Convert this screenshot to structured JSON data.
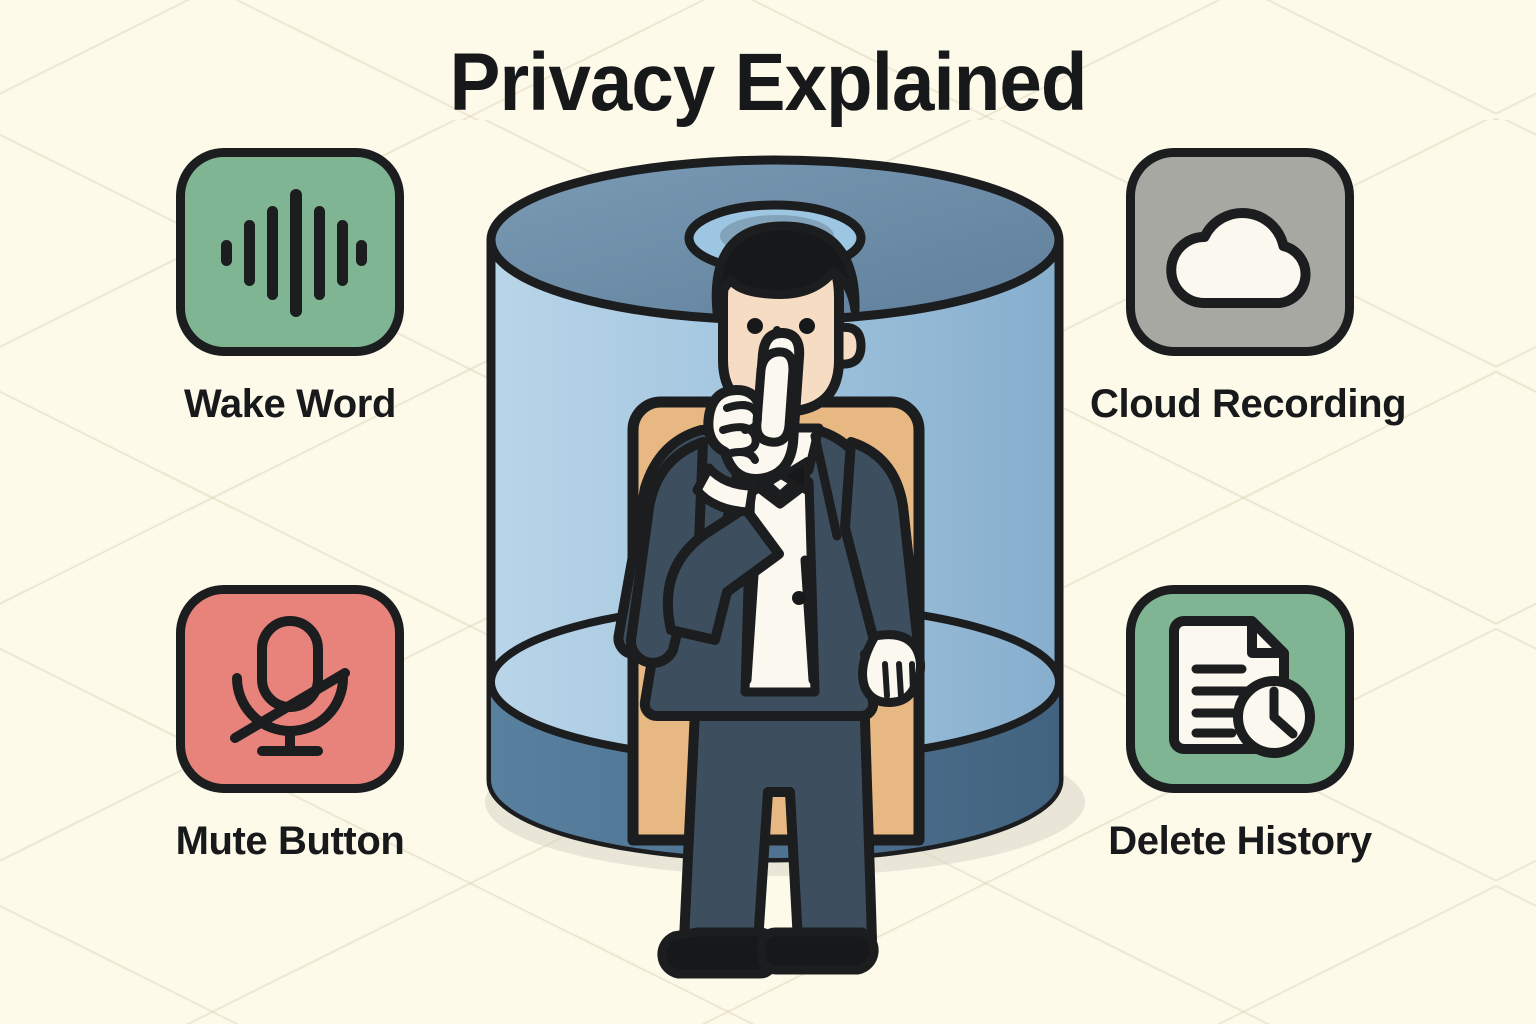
{
  "page": {
    "title": "Privacy Explained",
    "background_color": "#fdfaea",
    "ink_color": "#1c1d1f"
  },
  "features": [
    {
      "id": "wake-word",
      "label": "Wake Word",
      "icon": "waveform-icon",
      "tile_color": "#7fb592",
      "position": "top-left"
    },
    {
      "id": "mute-button",
      "label": "Mute Button",
      "icon": "microphone-muted-icon",
      "tile_color": "#e8837c",
      "position": "bottom-left"
    },
    {
      "id": "cloud-recording",
      "label": "Cloud Recording",
      "icon": "cloud-icon",
      "tile_color": "#a8a8a3",
      "position": "top-right"
    },
    {
      "id": "delete-history",
      "label": "Delete History",
      "icon": "document-clock-icon",
      "tile_color": "#7fb592",
      "position": "bottom-right"
    }
  ],
  "illustration": {
    "name": "smart-speaker-with-shushing-man",
    "speaker_body_color": "#a9cbe4",
    "speaker_top_color": "#6e8ea8",
    "speaker_base_color": "#55789a",
    "panel_color": "#e8b882",
    "suit_color": "#3d4f5e",
    "skin_color": "#f7dcc4",
    "hair_color": "#17181a",
    "shirt_color": "#fbf8ef"
  }
}
